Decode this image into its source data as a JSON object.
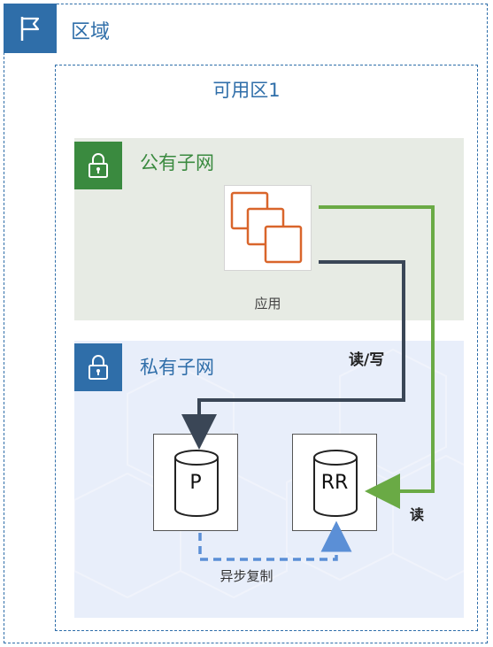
{
  "region": {
    "title": "区域"
  },
  "availability_zone": {
    "title": "可用区1"
  },
  "public_subnet": {
    "title": "公有子网"
  },
  "private_subnet": {
    "title": "私有子网"
  },
  "app": {
    "label": "应用"
  },
  "databases": {
    "primary": "P",
    "replica": "RR"
  },
  "connections": {
    "read_write": "读/写",
    "read": "读",
    "replication": "异步复制"
  },
  "colors": {
    "region_blue": "#2f6ea9",
    "public_green": "#3a8a3f",
    "app_orange": "#d9652b",
    "rw_line": "#3a4656",
    "read_line": "#6aaa45",
    "replication_line": "#5b8fd6"
  },
  "icons": [
    "flag-icon",
    "lock-icon",
    "lock-icon",
    "app-instances-icon",
    "database-icon",
    "database-icon"
  ]
}
